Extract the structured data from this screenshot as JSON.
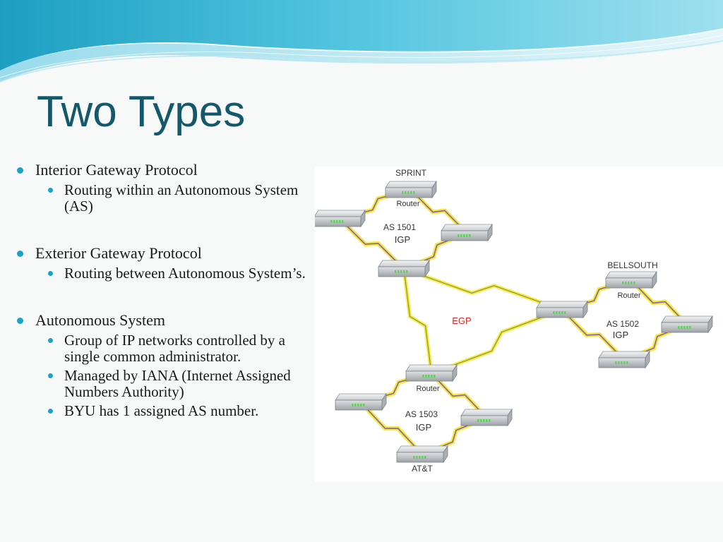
{
  "slide": {
    "title": "Two Types",
    "bullets": [
      {
        "text": "Interior Gateway Protocol",
        "sub": [
          "Routing within an Autonomous System (AS)"
        ]
      },
      {
        "text": "Exterior Gateway Protocol",
        "sub": [
          "Routing between Autonomous System’s."
        ]
      },
      {
        "text": "Autonomous System",
        "sub": [
          "Group of IP networks controlled by a single common administrator.",
          "Managed by IANA (Internet Assigned Numbers Authority)",
          "BYU has 1 assigned AS number."
        ]
      }
    ]
  },
  "diagram": {
    "clusters": [
      {
        "name": "SPRINT",
        "router_label": "Router",
        "as_label": "AS 1501",
        "protocol": "IGP"
      },
      {
        "name": "BELLSOUTH",
        "router_label": "Router",
        "as_label": "AS 1502",
        "protocol": "IGP"
      },
      {
        "name": "AT&T",
        "router_label": "Router",
        "as_label": "AS 1503",
        "protocol": "IGP"
      }
    ],
    "egp_label": "EGP",
    "colors": {
      "egp_label": "#e0261f",
      "link_outer": "#f2ec2a",
      "link_inner": "#8a5bc9",
      "router_body": "#d9dbdc",
      "router_lights": "#5fd35a",
      "accent": "#1aa3c4",
      "title": "#14596b"
    }
  }
}
